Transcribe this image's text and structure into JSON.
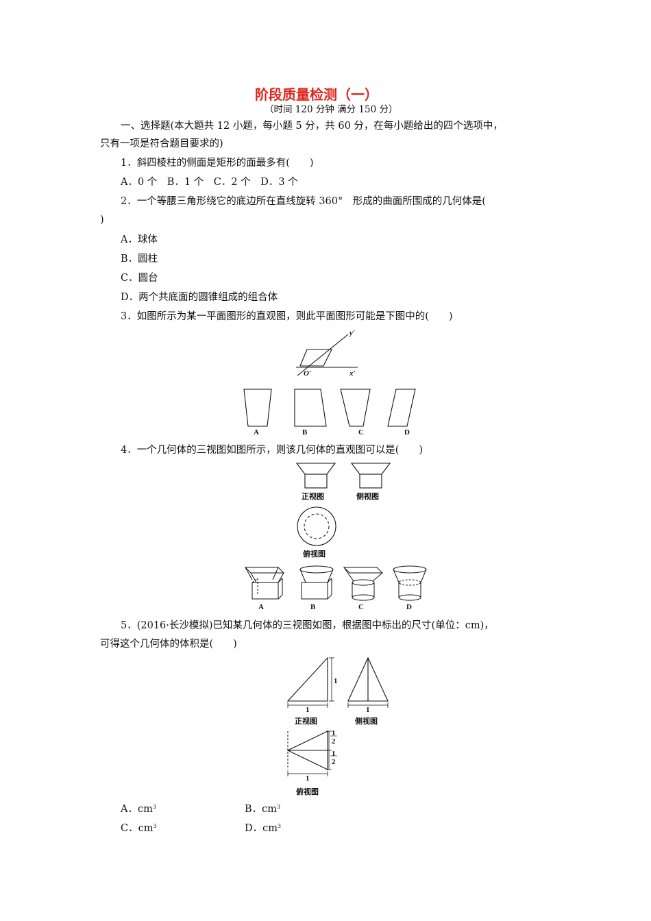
{
  "header": {
    "title": "阶段质量检测（一）",
    "subtitle": "（时间 120 分钟  满分 150 分）"
  },
  "section1": {
    "intro_line1": "一、选择题(本大题共 12 小题，每小题 5 分，共 60 分，在每小题给出的四个选项中，",
    "intro_line2": "只有一项是符合题目要求的)"
  },
  "q1": {
    "stem": "1．斜四棱柱的侧面是矩形的面最多有(　　)",
    "options": "A．0 个　B．1 个　C．2 个　D．3 个"
  },
  "q2": {
    "stem_line1": "2．一个等腰三角形绕它的底边所在直线旋转 360°　形成的曲面所围成的几何体是(",
    "stem_line2": ")",
    "options": [
      "A．球体",
      "B．圆柱",
      "C．圆台",
      "D．两个共底面的圆锥组成的组合体"
    ]
  },
  "q3": {
    "stem": "3．如图所示为某一平面图形的直观图，则此平面图形可能是下图中的(　　)",
    "axis_labels": {
      "y": "y′",
      "origin": "O′",
      "x": "x′"
    },
    "choices": [
      "A",
      "B",
      "C",
      "D"
    ]
  },
  "q4": {
    "stem": "4．一个几何体的三视图如图所示，则该几何体的直观图可以是(　　)",
    "view_labels": {
      "front": "正视图",
      "side": "侧视图",
      "top": "俯视图"
    },
    "choices": [
      "A",
      "B",
      "C",
      "D"
    ]
  },
  "q5": {
    "stem_line1": "5．(2016·长沙模拟)已知某几何体的三视图如图，根据图中标出的尺寸(单位：cm)，",
    "stem_line2": "可得这个几何体的体积是(　　)",
    "view_labels": {
      "front": "正视图",
      "side": "侧视图",
      "top": "俯视图"
    },
    "dims": {
      "one": "1",
      "half_num": "1",
      "half_den": "2"
    },
    "options": [
      {
        "letter": "A．",
        "unit": "cm",
        "exp": "3"
      },
      {
        "letter": "B．",
        "unit": "cm",
        "exp": "3"
      },
      {
        "letter": "C．",
        "unit": "cm",
        "exp": "3"
      },
      {
        "letter": "D．",
        "unit": "cm",
        "exp": "3"
      }
    ]
  },
  "colors": {
    "title": "#e0241b",
    "text": "#111111"
  }
}
